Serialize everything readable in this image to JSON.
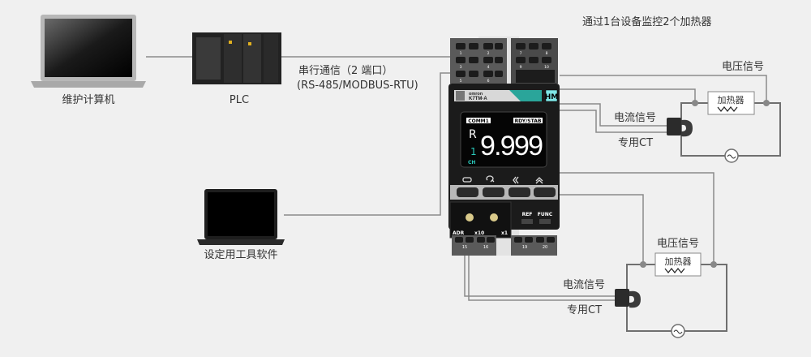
{
  "title": "通过1台设备监控2个加热器",
  "maintenance_pc": {
    "label": "维护计算机"
  },
  "plc": {
    "label": "PLC"
  },
  "setting_pc": {
    "label": "设定用工具软件"
  },
  "comm": {
    "line1": "串行通信（2 端口）",
    "line2": "(RS-485/MODBUS-RTU)"
  },
  "device": {
    "brand": "omron",
    "model": "K7TM-A",
    "badge": "HM",
    "comm_label": "COMM1",
    "status_label": "RDY/STAB",
    "mode": "R",
    "value": "9.999",
    "channel": "1",
    "channel_label": "CH",
    "ref_label": "REF",
    "func_label": "FUNC",
    "adr_label": "ADR",
    "x10_label": "x10",
    "x1_label": "x1",
    "terminals_top": [
      "1",
      "2",
      "3",
      "4",
      "5",
      "6",
      "7",
      "8",
      "9",
      "10"
    ],
    "terminals_bottom": [
      "15",
      "16",
      "19",
      "20"
    ]
  },
  "circuit1": {
    "voltage_label": "电压信号",
    "heater_label": "加热器",
    "current_label": "电流信号",
    "ct_label": "专用CT"
  },
  "circuit2": {
    "voltage_label": "电压信号",
    "heater_label": "加热器",
    "current_label": "电流信号",
    "ct_label": "专用CT"
  },
  "colors": {
    "accent": "#2aa59a",
    "wire": "#8a8a8a"
  }
}
